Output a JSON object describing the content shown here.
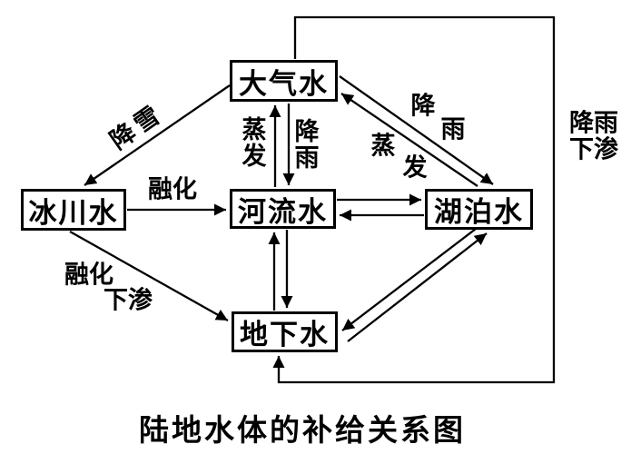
{
  "title": "陆地水体的补给关系图",
  "colors": {
    "ink": "#000000",
    "background": "#ffffff"
  },
  "nodes": {
    "atmospheric_water": {
      "label": "大气水"
    },
    "glacier_water": {
      "label": "冰川水"
    },
    "river_water": {
      "label": "河流水"
    },
    "lake_water": {
      "label": "湖泊水"
    },
    "ground_water": {
      "label": "地下水"
    }
  },
  "edges": {
    "snowfall": {
      "label": "降雪",
      "from": "大气水",
      "to": "冰川水"
    },
    "evaporation_river": {
      "label": "蒸发",
      "from": "河流水",
      "to": "大气水"
    },
    "rain_river": {
      "label": "降雨",
      "from": "大气水",
      "to": "河流水"
    },
    "rain_lake": {
      "chars": [
        "降",
        "雨"
      ],
      "from": "大气水",
      "to": "湖泊水"
    },
    "evaporation_lake": {
      "chars": [
        "蒸",
        "发"
      ],
      "from": "湖泊水",
      "to": "大气水"
    },
    "melt": {
      "label": "融化",
      "from": "冰川水",
      "to": "河流水"
    },
    "melt_infiltration": {
      "lines": [
        "融化",
        "下渗"
      ],
      "from": "冰川水",
      "to": "地下水"
    },
    "rain_infiltration": {
      "lines": [
        "降雨",
        "下渗"
      ],
      "from": "大气水",
      "to": "地下水"
    },
    "river_to_lake": {
      "from": "河流水",
      "to": "湖泊水"
    },
    "lake_to_river": {
      "from": "湖泊水",
      "to": "河流水"
    },
    "river_to_ground": {
      "from": "河流水",
      "to": "地下水"
    },
    "ground_to_river": {
      "from": "地下水",
      "to": "河流水"
    },
    "ground_to_lake": {
      "from": "地下水",
      "to": "湖泊水"
    },
    "lake_to_ground": {
      "from": "湖泊水",
      "to": "地下水"
    }
  }
}
